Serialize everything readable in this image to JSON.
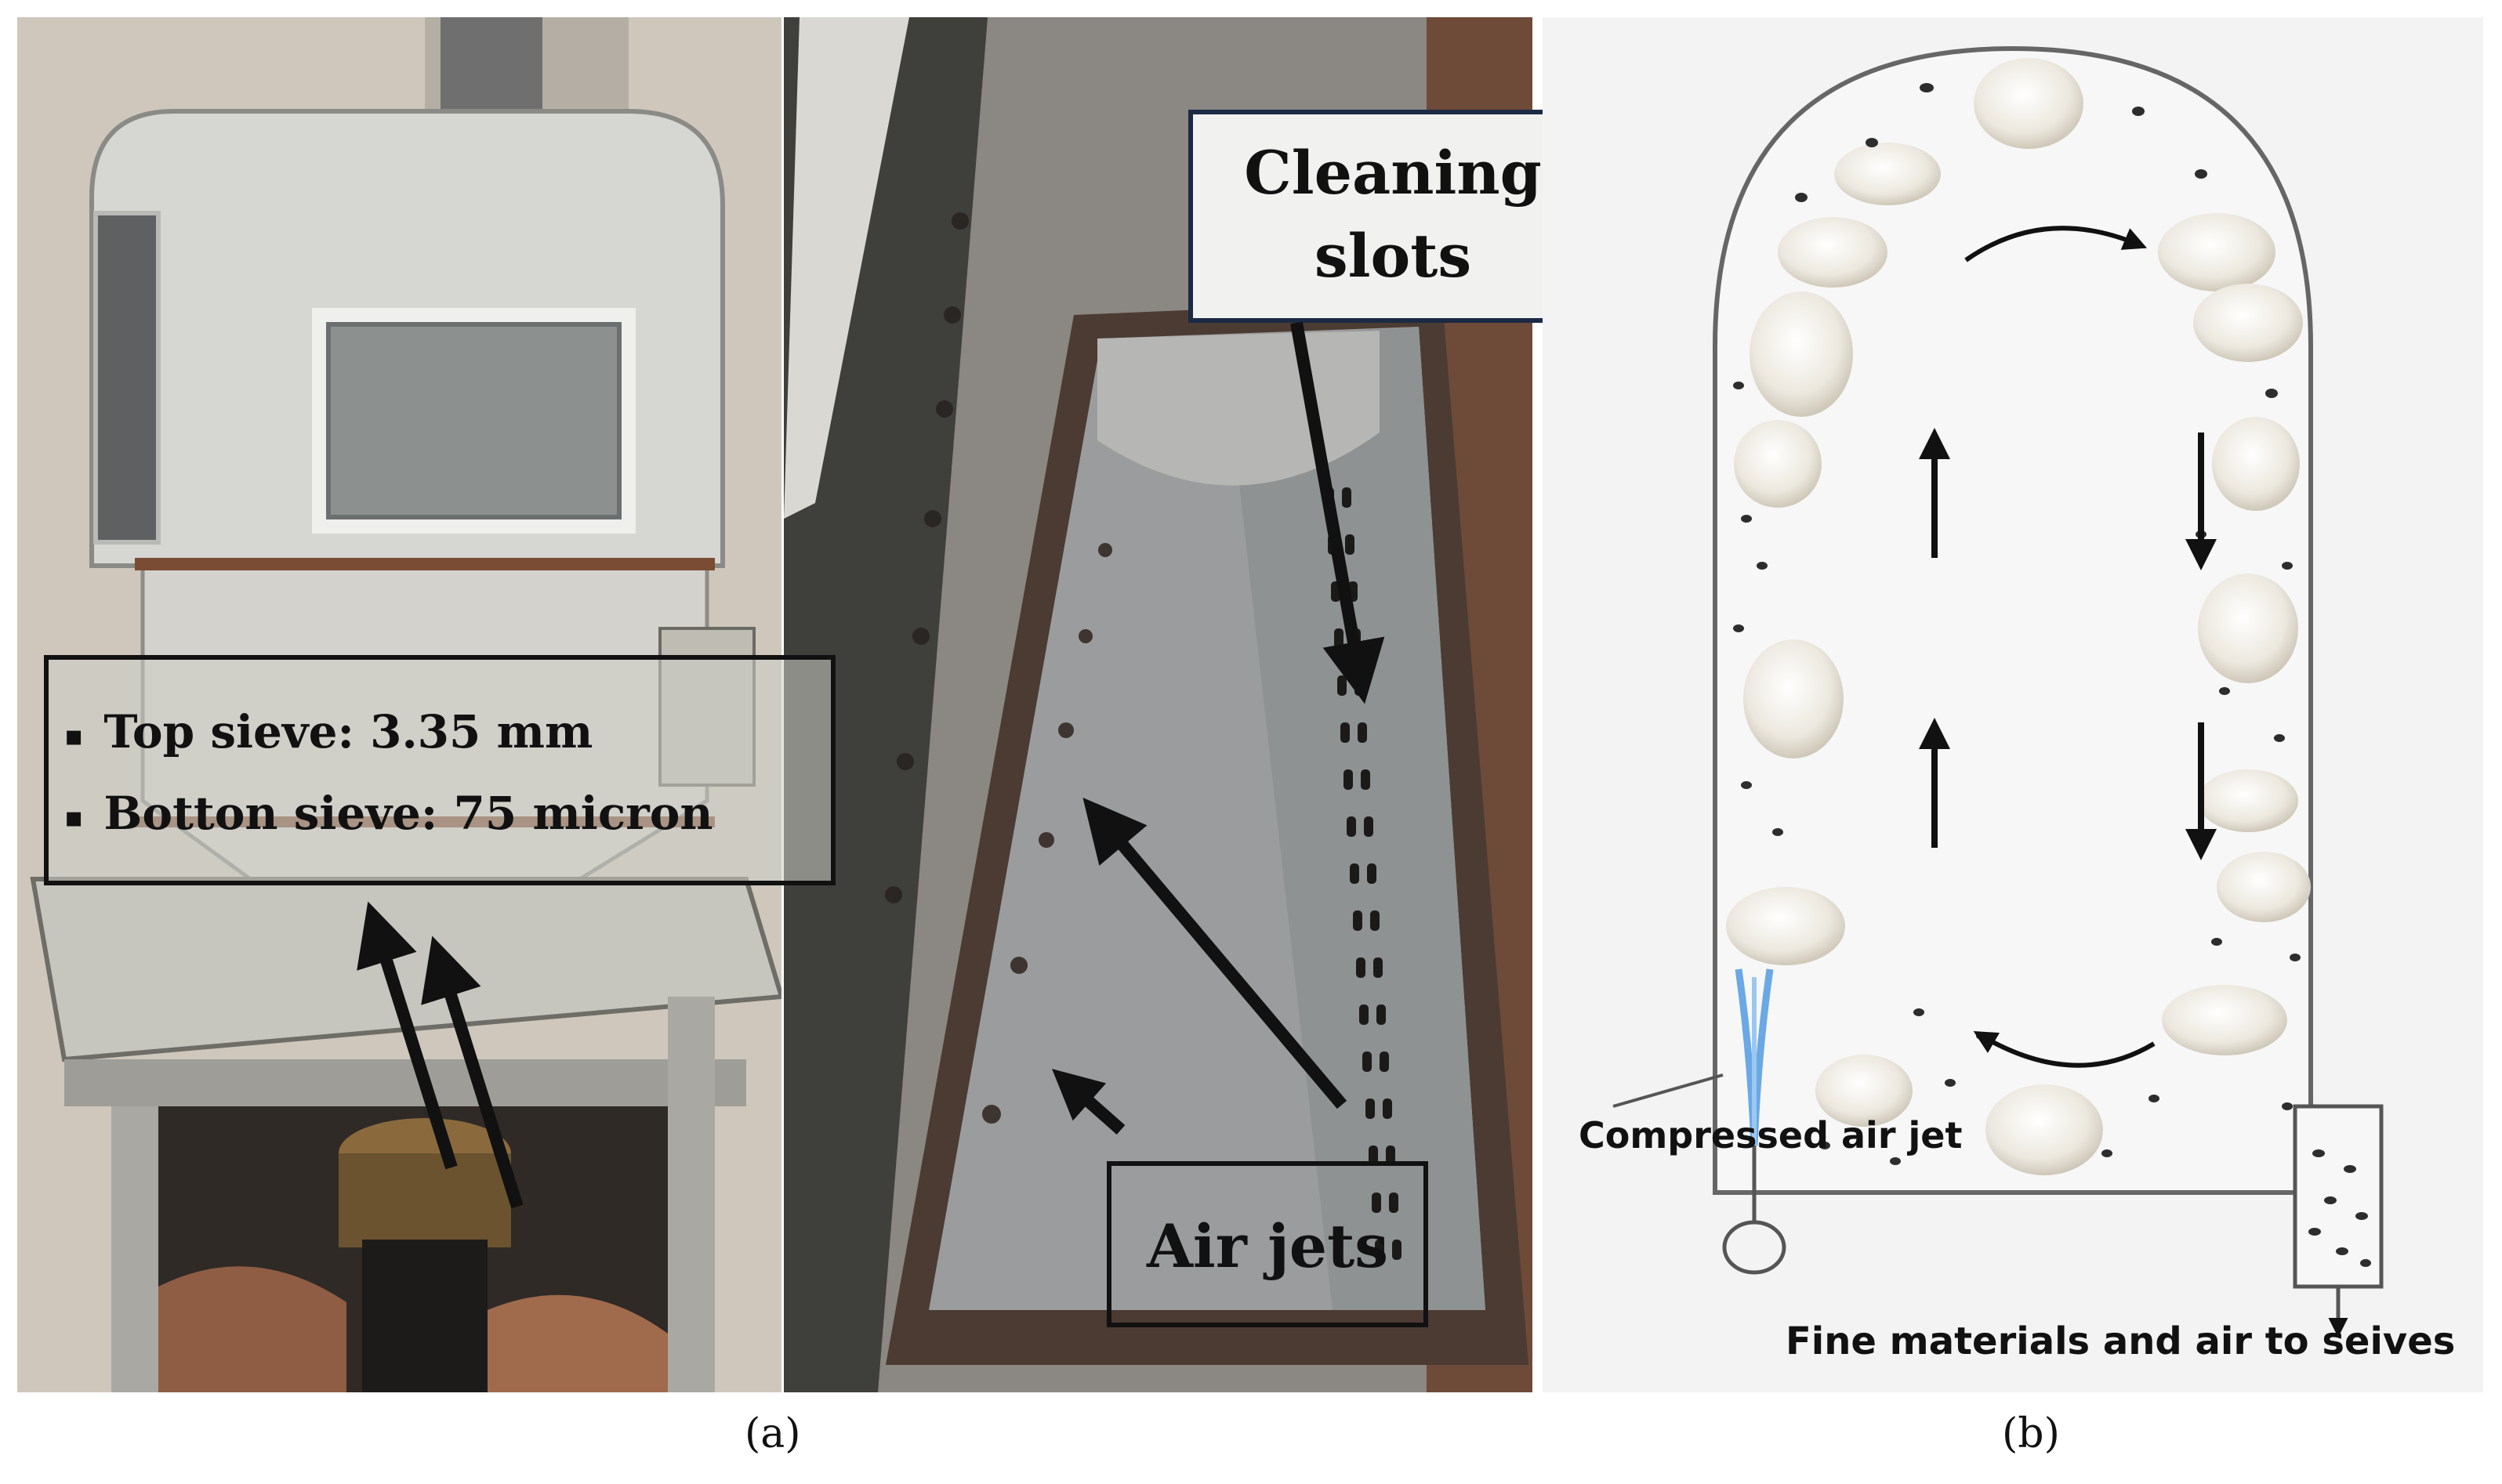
{
  "panel_a": {
    "sieve_items": [
      "Top sieve: 3.35 mm",
      "Botton sieve: 75 micron"
    ],
    "bullet_glyph": "▪",
    "cleaning_label_line1": "Cleaning",
    "cleaning_label_line2": "slots",
    "air_jets_label": "Air jets",
    "caption": "(a)"
  },
  "panel_b": {
    "compressed_air_label": "Compressed air jet",
    "fine_materials_label": "Fine materials and air to seives",
    "caption": "(b)"
  },
  "colors": {
    "arrow": "#111111",
    "diagram_outline": "#555555",
    "air_jet": "#6aa8e6",
    "cotton": "#f4f1ea"
  }
}
